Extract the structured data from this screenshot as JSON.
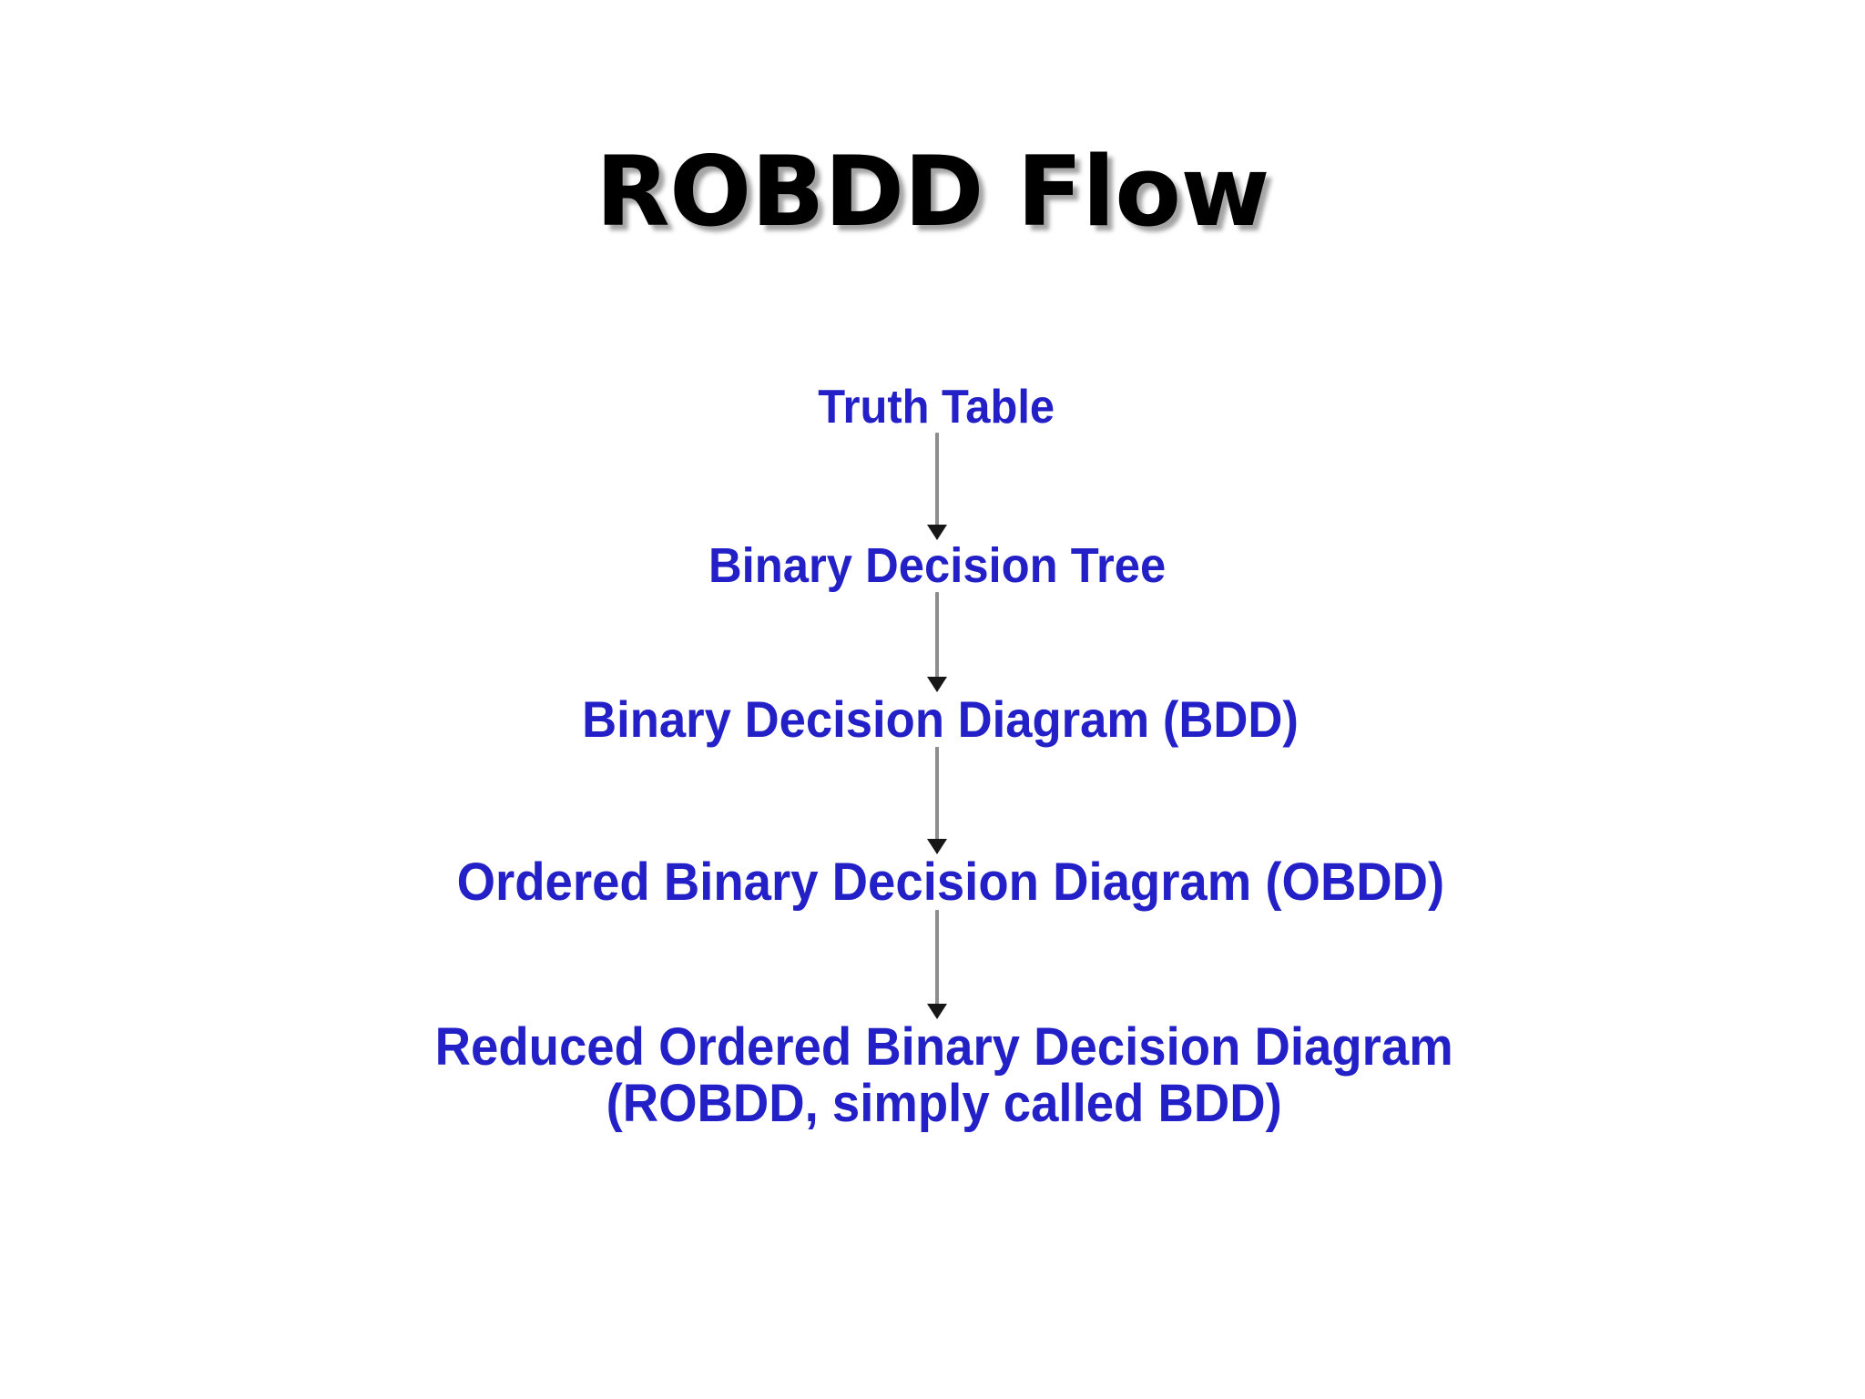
{
  "slide": {
    "title": "ROBDD Flow",
    "background_color": "#ffffff",
    "title_color": "#000000",
    "node_color": "#2220c6",
    "connector_color": "#8d8d8d",
    "arrowhead_color": "#171717"
  },
  "flow": {
    "orientation": "top-to-bottom",
    "nodes": [
      {
        "id": "truth-table",
        "label": "Truth Table"
      },
      {
        "id": "binary-decision-tree",
        "label": "Binary Decision Tree"
      },
      {
        "id": "bdd",
        "label": "Binary Decision Diagram (BDD)"
      },
      {
        "id": "obdd",
        "label": "Ordered Binary Decision Diagram (OBDD)"
      },
      {
        "id": "robdd",
        "label_line1": "Reduced Ordered Binary Decision Diagram",
        "label_line2": "(ROBDD, simply called BDD)"
      }
    ],
    "connectors": [
      {
        "from": "truth-table",
        "to": "binary-decision-tree",
        "icon": "down-arrow-icon"
      },
      {
        "from": "binary-decision-tree",
        "to": "bdd",
        "icon": "down-arrow-icon"
      },
      {
        "from": "bdd",
        "to": "obdd",
        "icon": "down-arrow-icon"
      },
      {
        "from": "obdd",
        "to": "robdd",
        "icon": "down-arrow-icon"
      }
    ]
  }
}
